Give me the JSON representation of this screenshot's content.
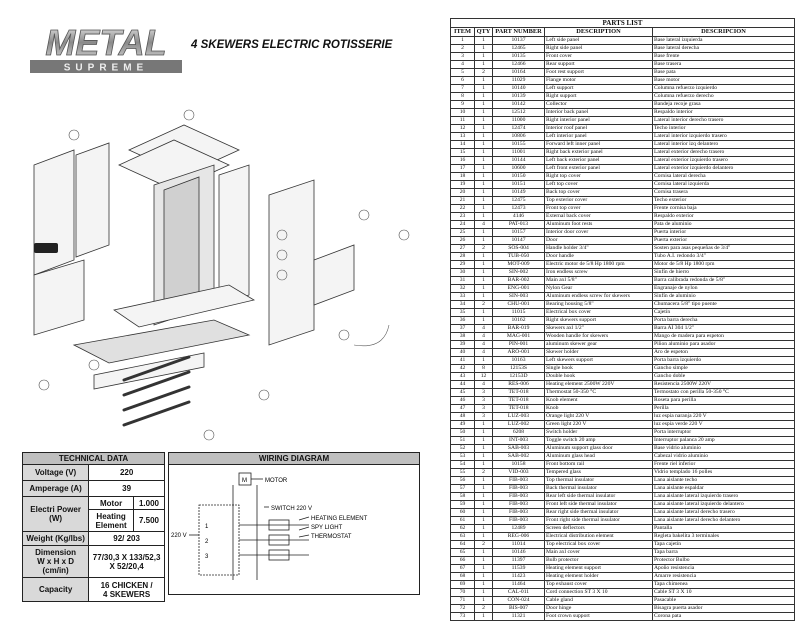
{
  "logo": {
    "line1": "METAL",
    "line2": "SUPREME"
  },
  "title": "4 SKEWERS ELECTRIC ROTISSERIE",
  "tech": {
    "header": "TECHNICAL DATA",
    "voltage_label": "Voltage (V)",
    "voltage_value": "220",
    "amperage_label": "Amperage (A)",
    "amperage_value": "39",
    "power_label_1": "Electri Power",
    "power_label_2": "(W)",
    "motor_label": "Motor",
    "motor_value": "1.000",
    "heating_label_1": "Heating",
    "heating_label_2": "Element",
    "heating_value": "7.500",
    "weight_label": "Weight (Kg/lbs)",
    "weight_value": "92/ 203",
    "dim_label_1": "Dimension",
    "dim_label_2": "W x H x D",
    "dim_label_3": "(cm/in)",
    "dim_value_1": "77/30,3 X 133/52,3",
    "dim_value_2": "X 52/20,4",
    "capacity_label": "Capacity",
    "capacity_value_1": "16 CHICKEN /",
    "capacity_value_2": "4 SKEWERS"
  },
  "wiring": {
    "header": "WIRING DIAGRAM",
    "motor": "MOTOR",
    "m": "M",
    "switch": "SWITCH 220 V",
    "heating": "HEATING ELEMENT",
    "spy": "SPY LIGHT",
    "thermostat": "THERMOSTAT",
    "voltage": "220 V",
    "n1": "1",
    "n2": "2",
    "n3": "3"
  },
  "parts": {
    "title": "PARTS LIST",
    "headers": [
      "ITEM",
      "QTY",
      "PART NUMBER",
      "DESCRIPTION",
      "DESCRIPCION"
    ],
    "rows": [
      [
        "1",
        "1",
        "10137",
        "Left side panel",
        "Base lateral izquierda"
      ],
      [
        "2",
        "1",
        "12465",
        "Right side panel",
        "Base lateral derecha"
      ],
      [
        "3",
        "1",
        "10135",
        "Front cover",
        "Base frente"
      ],
      [
        "4",
        "1",
        "12466",
        "Rear support",
        "Base trasera"
      ],
      [
        "5",
        "2",
        "10164",
        "Foot rest support",
        "Base pata"
      ],
      [
        "6",
        "1",
        "11029",
        "Flange motor",
        "Base motor"
      ],
      [
        "7",
        "1",
        "10140",
        "Left support",
        "Columna refuerzo izquierdo"
      ],
      [
        "8",
        "1",
        "10139",
        "Right support",
        "Columna refuerzo derecho"
      ],
      [
        "9",
        "1",
        "10142",
        "Collector",
        "Bandeja recoje grasa"
      ],
      [
        "10",
        "1",
        "12512",
        "Interior back panel",
        "Respaldo interior"
      ],
      [
        "11",
        "1",
        "11000",
        "Right interior panel",
        "Lateral interior derecho trasero"
      ],
      [
        "12",
        "1",
        "12474",
        "Interior roof panel",
        "Techo interior"
      ],
      [
        "13",
        "1",
        "10806",
        "Left interior panel",
        "Lateral interior izquierdo trasero"
      ],
      [
        "14",
        "1",
        "10155",
        "Forward left inner panel",
        "Lateral interior izq delantero"
      ],
      [
        "15",
        "1",
        "11001",
        "Right back exterior panel",
        "Lateral exterior derecho trasero"
      ],
      [
        "16",
        "1",
        "10144",
        "Left back exterior panel",
        "Lateral exterior izquierdo trasero"
      ],
      [
        "17",
        "1",
        "10600",
        "Left front exterior panel",
        "Lateral exterior izquierdo delantero"
      ],
      [
        "18",
        "1",
        "10150",
        "Right top cover",
        "Cornisa lateral derecha"
      ],
      [
        "19",
        "1",
        "10151",
        "Left top cover",
        "Cornisa lateral izquierda"
      ],
      [
        "20",
        "1",
        "10149",
        "Back top cover",
        "Cornisa trasera"
      ],
      [
        "21",
        "1",
        "12475",
        "Top exterior cover",
        "Techo exterior"
      ],
      [
        "22",
        "1",
        "12473",
        "Front top cover",
        "Frente cornisa baja"
      ],
      [
        "23",
        "1",
        "4146",
        "External back cover",
        "Respaldo exterior"
      ],
      [
        "24",
        "4",
        "PAT-013",
        "Aluminum foot rests",
        "Pata de aluminio"
      ],
      [
        "25",
        "1",
        "10157",
        "Interior door cover",
        "Puerta interior"
      ],
      [
        "26",
        "1",
        "10147",
        "Door",
        "Puerta exterior"
      ],
      [
        "27",
        "2",
        "SOS-004",
        "Handle holder 3/4\"",
        "Sosten para asas pequeñas de 3/4\""
      ],
      [
        "28",
        "1",
        "TUB-050",
        "Door handle",
        "Tubo A.I. redondo 3/4\""
      ],
      [
        "29",
        "1",
        "MOT-009",
        "Electric motor de 5/8 Hp 1800 rpm",
        "Motor de 5/8 Hp 1800 rpm"
      ],
      [
        "30",
        "1",
        "SIN-002",
        "Iron endless screw",
        "Sinfín de hierro"
      ],
      [
        "31",
        "1",
        "BAR-002",
        "Main axl 5/8\"",
        "Barra calibrada redonda de 5/8\""
      ],
      [
        "32",
        "1",
        "ENG-001",
        "Nylon Gear",
        "Engranaje de nylon"
      ],
      [
        "33",
        "1",
        "SIN-003",
        "Aluminum endless screw for skewers",
        "Sinfín de aluminio"
      ],
      [
        "34",
        "2",
        "CHU-001",
        "Bearing housing 5/8\"",
        "Chumacera 5/8\" tipo puente"
      ],
      [
        "35",
        "1",
        "11015",
        "Electrical box cover",
        "Cajetín"
      ],
      [
        "36",
        "1",
        "10162",
        "Right skewers support",
        "Porta barra derecha"
      ],
      [
        "37",
        "4",
        "BAR-019",
        "Skewers axl  1/2\"",
        "Barra AI 304 1/2\""
      ],
      [
        "38",
        "4",
        "MAG-001",
        "Wooden handle for skewers",
        "Mango de madera para espeton"
      ],
      [
        "39",
        "4",
        "PIN-001",
        "aluminum skewer gear",
        "Piñon aluminio para asador"
      ],
      [
        "40",
        "4",
        "ARO-001",
        "Skewer holder",
        "Aro de espeton"
      ],
      [
        "41",
        "1",
        "10163",
        "Left skewers support",
        "Porta barra izquierdo"
      ],
      [
        "42",
        "8",
        "12153S",
        "Single hook",
        "Gancho simple"
      ],
      [
        "43",
        "12",
        "12153D",
        "Double hook",
        "Gancho doble"
      ],
      [
        "44",
        "4",
        "RES-006",
        "Heating element 2500W  220V",
        "Resistencia 2500W  220V"
      ],
      [
        "45",
        "3",
        "TET-018",
        "Thermostat 50-350 °C",
        "Termostato con perilla 50-350 °C"
      ],
      [
        "46",
        "3",
        "TET-018",
        "Knob element",
        "Roseta para perilla"
      ],
      [
        "47",
        "3",
        "TET-018",
        "Knob",
        "Perilla"
      ],
      [
        "48",
        "3",
        "LUZ-003",
        "Orange light 220 V",
        "luz espia naranja 220 V"
      ],
      [
        "49",
        "1",
        "LUZ-002",
        "Green light 220 V",
        "luz espia verde 220 V"
      ],
      [
        "50",
        "1",
        "6208",
        "Switch holder",
        "Porta interruptor"
      ],
      [
        "51",
        "1",
        "INT-003",
        "Toggle switch 20 amp",
        "Interruptor palanca 20 amp"
      ],
      [
        "52",
        "1",
        "SAB-003",
        "Aluminum support glass door",
        "Base vidrio aluminio"
      ],
      [
        "53",
        "1",
        "SAB-002",
        "Aluminum glass head",
        "Cabezal vidrio aluminio"
      ],
      [
        "54",
        "1",
        "10158",
        "Front bottom rail",
        "Frente riel inferior"
      ],
      [
        "55",
        "2",
        "VID-003",
        "Tempered glass",
        "Vidrio templado 16 polles"
      ],
      [
        "56",
        "1",
        "FIB-003",
        "Top thermal insulator",
        "Lana aislante techo"
      ],
      [
        "57",
        "1",
        "FIB-003",
        "Back thermal insulator",
        "Lana aislante espaldar"
      ],
      [
        "58",
        "1",
        "FIB-003",
        "Rear left side thermal insulator",
        "Lana aislante lateral izquierdo trasero"
      ],
      [
        "59",
        "1",
        "FIB-003",
        "Front left side thermal insulator",
        "Lana aislante lateral izquierdo delantero"
      ],
      [
        "60",
        "1",
        "FIB-003",
        "Rear right side thermal insulator",
        "Lana aislante lateral derecho trasero"
      ],
      [
        "61",
        "1",
        "FIB-003",
        "Front right side thermal insulator",
        "Lana aislante lateral derecho delantero"
      ],
      [
        "62",
        "1",
        "12489",
        "Screen deflectors",
        "Pantalla"
      ],
      [
        "63",
        "1",
        "REG-006",
        "Electrical distribution element",
        "Regleta bakelita 3 terminales"
      ],
      [
        "64",
        "2",
        "11014",
        "Top electrical box cover",
        "Tapa cajetín"
      ],
      [
        "65",
        "1",
        "10146",
        "Main axl cover",
        "Tapa barra"
      ],
      [
        "66",
        "1",
        "11397",
        "Bulb protector",
        "Protector Bulbo"
      ],
      [
        "67",
        "1",
        "11539",
        "Heating element support",
        "Apoño resistencia"
      ],
      [
        "68",
        "1",
        "11423",
        "Heating element holder",
        "Amarre resistencia"
      ],
      [
        "69",
        "1",
        "11464",
        "Top exhaust cover",
        "Tapa chimenea"
      ],
      [
        "70",
        "1",
        "CAL-011",
        "Cord connection ST 3 X 10",
        "Cable ST 3 X 10"
      ],
      [
        "71",
        "1",
        "CON-024",
        "Cable gland",
        "Pasacable"
      ],
      [
        "72",
        "2",
        "BIS-007",
        "Door hinge",
        "Bisagra puerta asador"
      ],
      [
        "73",
        "1",
        "11321",
        "Foot crown support",
        "Corona pata"
      ]
    ]
  }
}
